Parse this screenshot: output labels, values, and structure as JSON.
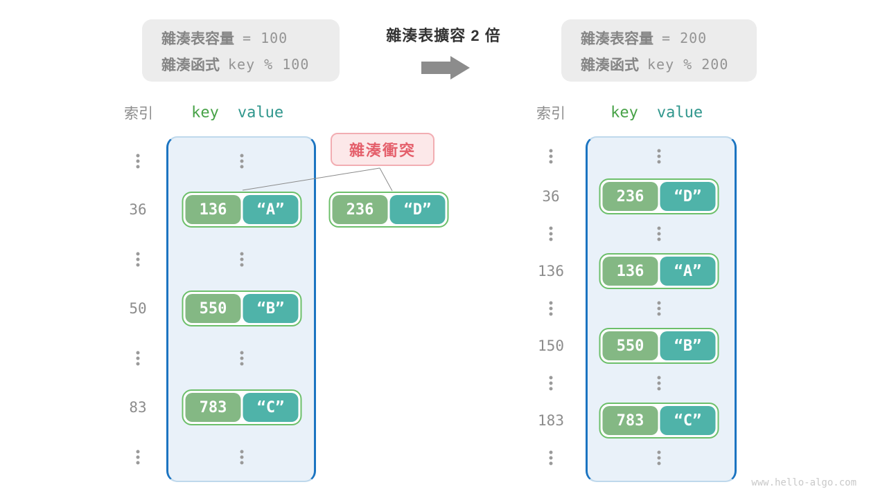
{
  "top": {
    "left_box": {
      "line1_label": "雜湊表容量",
      "line1_value": "= 100",
      "line2_label": "雜湊函式",
      "line2_value": "key % 100"
    },
    "title": "雜湊表擴容 2 倍",
    "right_box": {
      "line1_label": "雜湊表容量",
      "line1_value": "= 200",
      "line2_label": "雜湊函式",
      "line2_value": "key % 200"
    }
  },
  "collision": {
    "label": "雜湊衝突"
  },
  "collision_pair": {
    "key": "236",
    "value": "“D”"
  },
  "left_table": {
    "index_header": "索引",
    "key_header": "key",
    "value_header": "value",
    "rows": [
      {
        "index": "36",
        "key": "136",
        "value": "“A”"
      },
      {
        "index": "50",
        "key": "550",
        "value": "“B”"
      },
      {
        "index": "83",
        "key": "783",
        "value": "“C”"
      }
    ]
  },
  "right_table": {
    "index_header": "索引",
    "key_header": "key",
    "value_header": "value",
    "rows": [
      {
        "index": "36",
        "key": "236",
        "value": "“D”"
      },
      {
        "index": "136",
        "key": "136",
        "value": "“A”"
      },
      {
        "index": "150",
        "key": "550",
        "value": "“B”"
      },
      {
        "index": "183",
        "key": "783",
        "value": "“C”"
      }
    ]
  },
  "watermark": "www.hello-algo.com",
  "colors": {
    "table_fill": "#e9f1f9",
    "table_border": "#1b74c1",
    "key_green": "#84b884",
    "value_teal": "#4fb3a9",
    "pair_border": "#6cbf6a",
    "collision_pink": "#e45f6b",
    "collision_fill": "#fce8e9",
    "header_key_green": "#47a247",
    "header_value_teal": "#2f968c",
    "gray_text": "#8c8c8c",
    "info_box_fill": "#ececec",
    "arrow_gray": "#8c8c8c"
  }
}
